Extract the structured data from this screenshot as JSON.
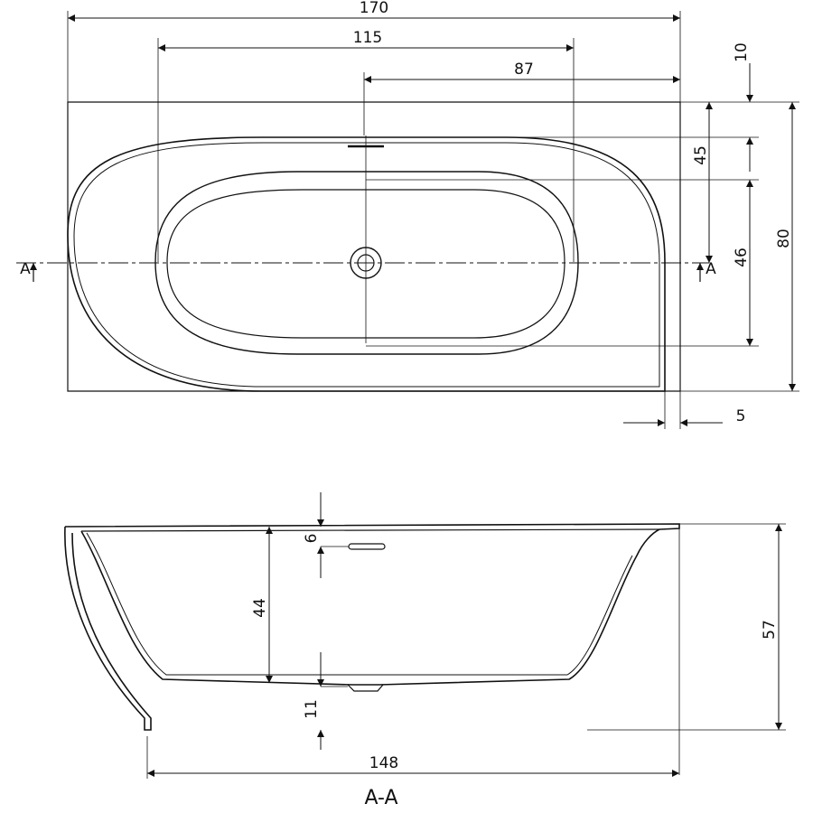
{
  "top_view": {
    "overall_length": "170",
    "inner_length": "115",
    "drain_offset": "87",
    "rim_width": "10",
    "drain_to_back": "45",
    "inner_width": "46",
    "overall_width": "80",
    "wall_offset": "5",
    "section_label_left": "A",
    "section_label_right": "A"
  },
  "section_view": {
    "overflow_offset": "6",
    "inner_depth": "44",
    "overall_height": "57",
    "base_height": "11",
    "base_length": "148",
    "section_title": "A-A"
  }
}
